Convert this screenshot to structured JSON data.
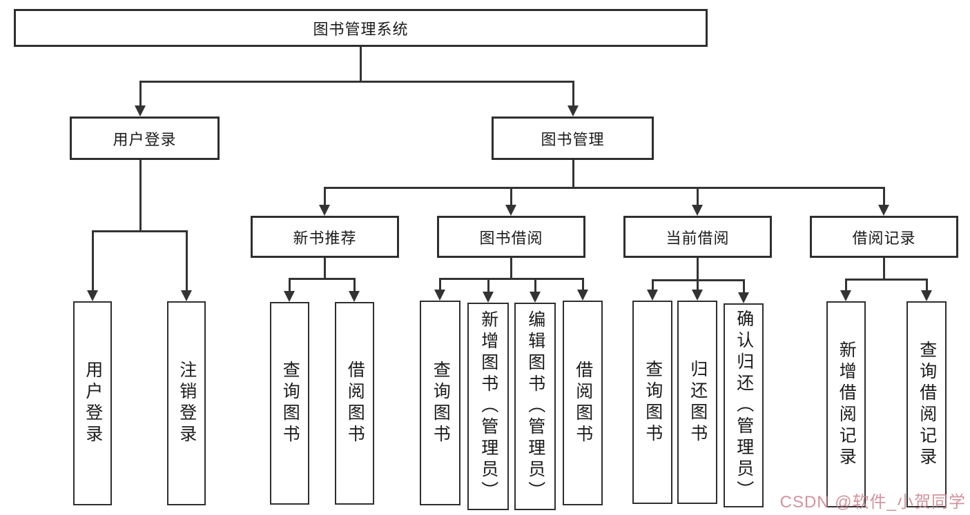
{
  "nodes": {
    "root": {
      "label": "图书管理系统"
    },
    "level2": [
      {
        "label": "用户登录"
      },
      {
        "label": "图书管理"
      }
    ],
    "level3": [
      {
        "label": "新书推荐"
      },
      {
        "label": "图书借阅"
      },
      {
        "label": "当前借阅"
      },
      {
        "label": "借阅记录"
      }
    ],
    "leaves": {
      "user_login": [
        {
          "label": "用户登录"
        },
        {
          "label": "注销登录"
        }
      ],
      "new_book_recommend": [
        {
          "label": "查询图书"
        },
        {
          "label": "借阅图书"
        }
      ],
      "book_borrow": [
        {
          "label": "查询图书"
        },
        {
          "label": "新增图书（管理员）"
        },
        {
          "label": "编辑图书（管理员）"
        },
        {
          "label": "借阅图书"
        }
      ],
      "current_borrow": [
        {
          "label": "查询图书"
        },
        {
          "label": "归还图书"
        },
        {
          "label": "确认归还（管理员）"
        }
      ],
      "borrow_records": [
        {
          "label": "新增借阅记录"
        },
        {
          "label": "查询借阅记录"
        }
      ]
    }
  },
  "watermark": {
    "text": "CSDN @软件_小贺同学"
  },
  "colors": {
    "line": "#333333",
    "box_border": "#2e2e2e",
    "box_fill": "#ffffff",
    "text": "#1a1a1a",
    "watermark": "#c9818d",
    "background": "#ffffff"
  }
}
